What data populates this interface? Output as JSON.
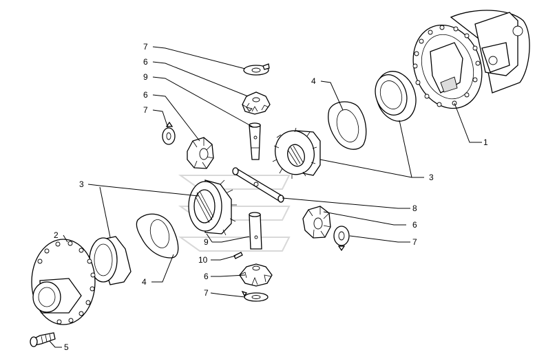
{
  "diagram": {
    "callouts": {
      "c1": "1",
      "c2": "2",
      "c3a": "3",
      "c3b": "3",
      "c4a": "4",
      "c4b": "4",
      "c5": "5",
      "c6a": "6",
      "c6b": "6",
      "c6c": "6",
      "c6d": "6",
      "c7a": "7",
      "c7b": "7",
      "c7c": "7",
      "c7d": "7",
      "c8": "8",
      "c9a": "9",
      "c9b": "9",
      "c10": "10"
    }
  }
}
